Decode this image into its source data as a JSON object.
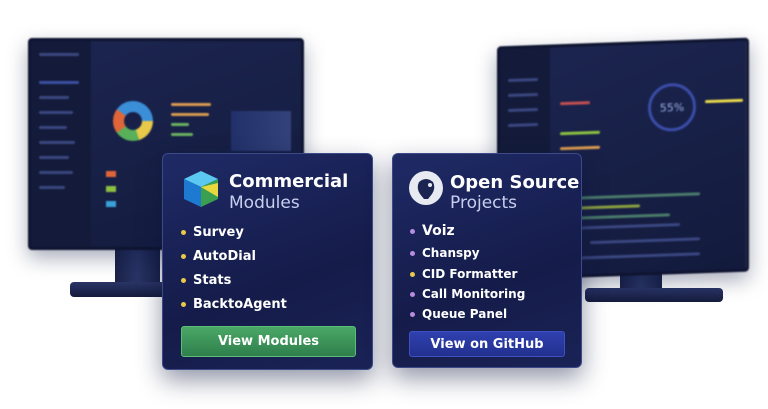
{
  "commercial": {
    "title": "Commercial",
    "subtitle": "Modules",
    "items": [
      "Survey",
      "AutoDial",
      "Stats",
      "BacktoAgent"
    ],
    "button": "View Modules",
    "bullet_color": "#e8c94a",
    "button_color": "#3f9a5c"
  },
  "open_source": {
    "title": "Open Source",
    "subtitle": "Projects",
    "items": [
      {
        "label": "Voiz",
        "color": "#b98be0"
      },
      {
        "label": "Chanspy",
        "color": "#b98be0"
      },
      {
        "label": "CID Formatter",
        "color": "#e8c94a"
      },
      {
        "label": "Call Monitoring",
        "color": "#b98be0"
      },
      {
        "label": "Queue Panel",
        "color": "#b98be0"
      }
    ],
    "button": "View on GitHub",
    "button_color": "#2a3aa0"
  },
  "right_monitor": {
    "gauge_label": "55%"
  }
}
